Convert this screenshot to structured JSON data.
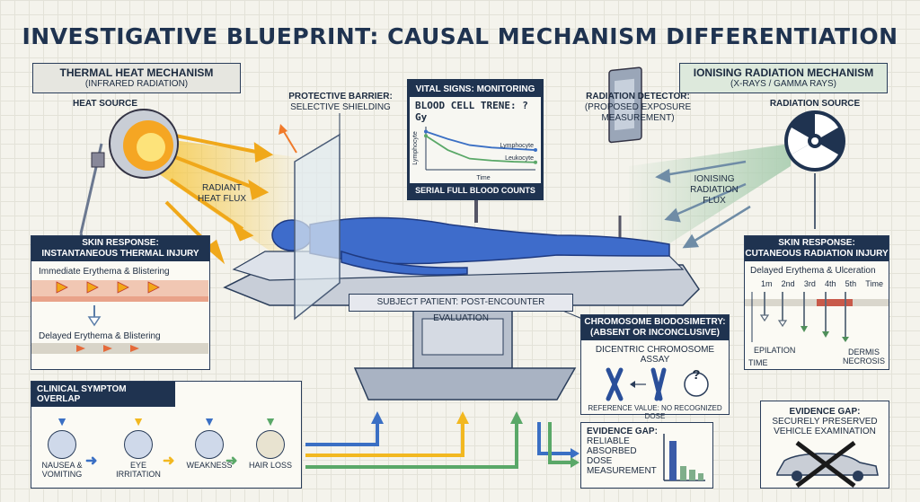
{
  "title": "INVESTIGATIVE BLUEPRINT: CAUSAL MECHANISM DIFFERENTIATION",
  "thermal": {
    "heading": "THERMAL HEAT MECHANISM",
    "subheading": "(INFRARED RADIATION)",
    "heat_source": "HEAT SOURCE",
    "flux_line1": "RADIANT",
    "flux_line2": "HEAT FLUX",
    "skin": {
      "title_line1": "SKIN RESPONSE:",
      "title_line2": "INSTANTANEOUS THERMAL INJURY",
      "immediate": "Immediate Erythema & Blistering",
      "delayed": "Delayed Erythema & Blistering"
    }
  },
  "barrier": {
    "line1": "PROTECTIVE BARRIER:",
    "line2": "SELECTIVE SHIELDING"
  },
  "vitals": {
    "header": "VITAL SIGNS: MONITORING",
    "chart_title": "BLOOD CELL TRENE: ? Gy",
    "footer": "SERIAL FULL BLOOD COUNTS"
  },
  "chart_data": {
    "type": "line",
    "title": "BLOOD CELL TRENE: ? Gy",
    "xlabel": "Time",
    "ylabel": "Lymphocyte",
    "x": [
      0,
      1,
      2,
      3,
      4,
      5
    ],
    "series": [
      {
        "name": "Lymphocyte",
        "values": [
          0.92,
          0.8,
          0.7,
          0.66,
          0.64,
          0.62
        ]
      },
      {
        "name": "Leukocyte",
        "values": [
          0.85,
          0.62,
          0.48,
          0.45,
          0.43,
          0.42
        ]
      }
    ],
    "ylim": [
      0.3,
      1.0
    ],
    "grid": false
  },
  "detector": {
    "line1": "RADIATION DETECTOR:",
    "line2": "(PROPOSED EXPOSURE",
    "line3": "MEASUREMENT)"
  },
  "ionising": {
    "heading": "IONISING RADIATION MECHANISM",
    "subheading": "(X-RAYS / GAMMA RAYS)",
    "source": "RADIATION SOURCE",
    "flux_line1": "IONISING",
    "flux_line2": "RADIATION",
    "flux_line3": "FLUX",
    "skin": {
      "title_line1": "SKIN RESPONSE:",
      "title_line2": "CUTANEOUS RADIATION INJURY",
      "delayed": "Delayed Erythema & Ulceration",
      "timeline": [
        "1m",
        "2nd",
        "3rd",
        "4th",
        "5th",
        "Time"
      ],
      "epilation": "EPILATION",
      "time": "TIME",
      "dermis1": "DERMIS",
      "dermis2": "NECROSIS"
    }
  },
  "patient_label": "SUBJECT PATIENT: POST-ENCOUNTER EVALUATION",
  "chromosome": {
    "title_line1": "CHROMOSOME BIODOSIMETRY:",
    "title_line2": "(ABSENT OR INCONCLUSIVE)",
    "assay": "DICENTRIC CHROMOSOME ASSAY",
    "reference": "REFERENCE VALUE: NO RECOGNIZED DOSE",
    "unknown": "?"
  },
  "symptoms": {
    "header": "CLINICAL SYMPTOM OVERLAP",
    "items": [
      {
        "line1": "NAUSEA &",
        "line2": "VOMITING",
        "arrow_color": "#3a6fc4"
      },
      {
        "line1": "EYE",
        "line2": "IRRITATION",
        "arrow_color": "#f2b820"
      },
      {
        "line1": "WEAKNESS",
        "line2": "",
        "arrow_color": "#3a6fc4"
      },
      {
        "line1": "HAIR LOSS",
        "line2": "",
        "arrow_color": "#5aa868"
      }
    ]
  },
  "evidence1": {
    "line1": "EVIDENCE GAP:",
    "line2": "RELIABLE",
    "line3": "ABSORBED",
    "line4": "DOSE",
    "line5": "MEASUREMENT"
  },
  "evidence2": {
    "line1": "EVIDENCE GAP:",
    "line2": "SECURELY PRESERVED",
    "line3": "VEHICLE EXAMINATION"
  },
  "colors": {
    "navy": "#1f3350",
    "heat": "#f2b820",
    "radiation": "#7fae8a",
    "patient": "#3e6ccb"
  }
}
